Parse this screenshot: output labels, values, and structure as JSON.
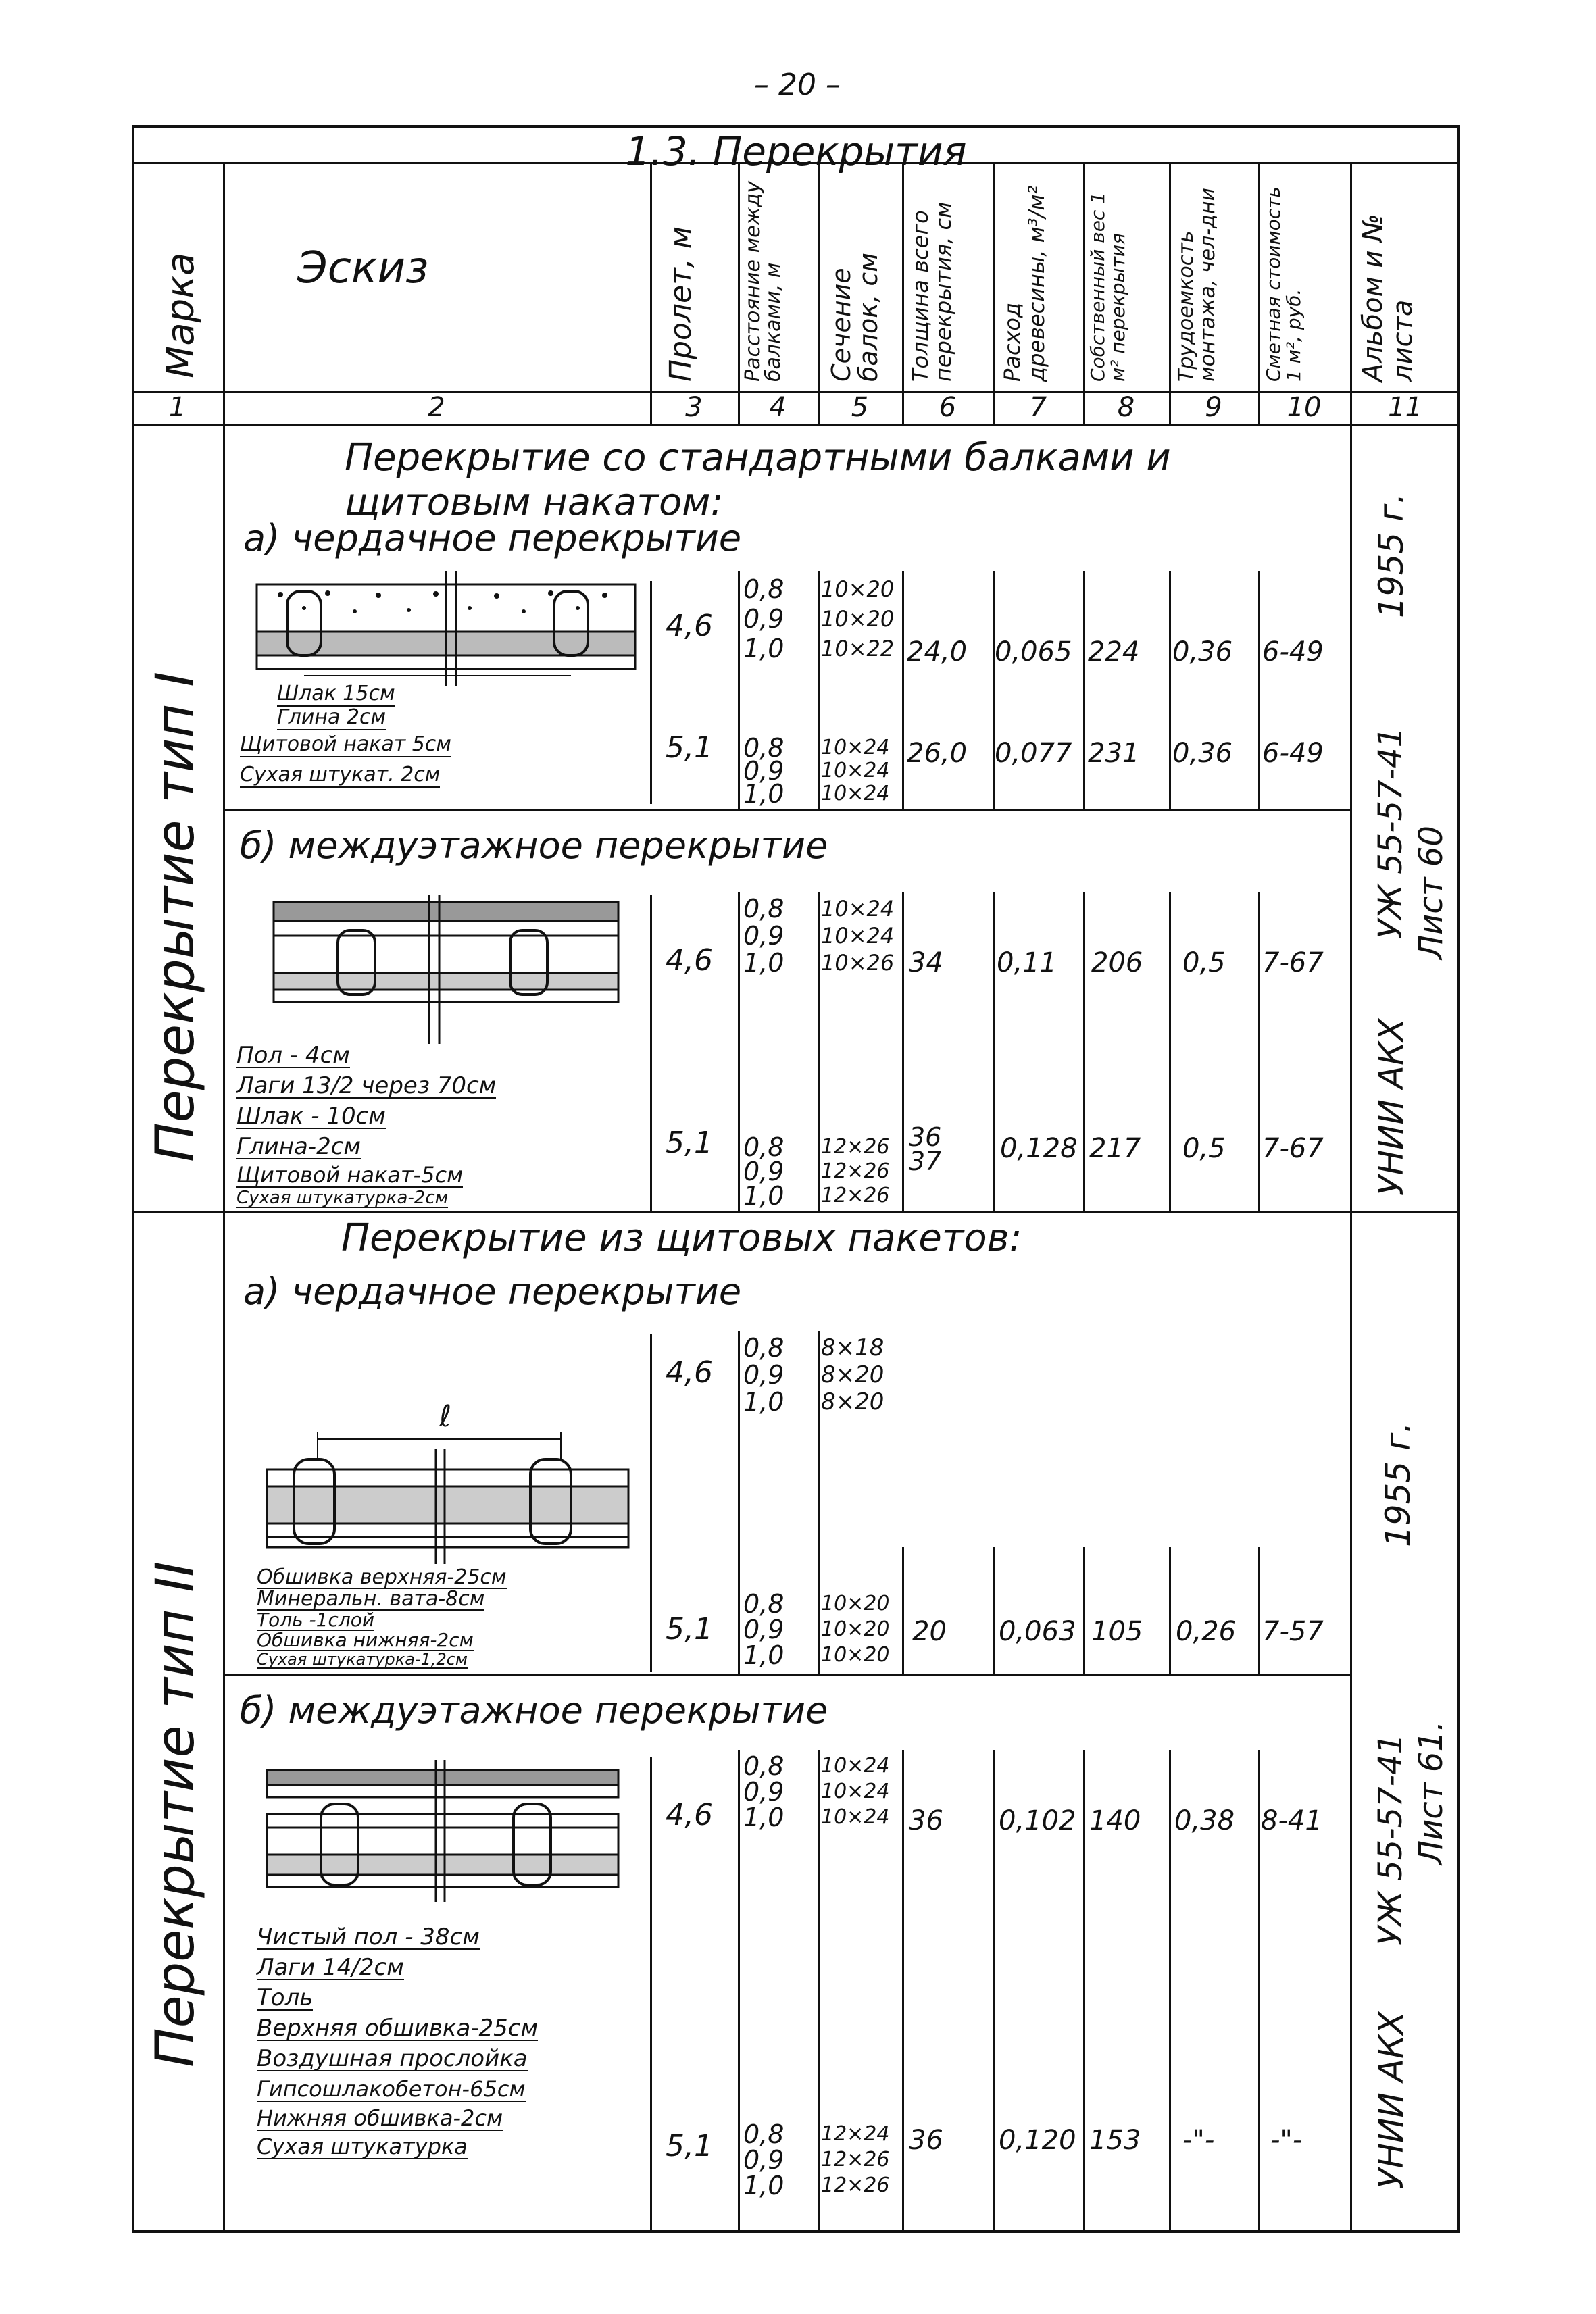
{
  "page_number": "– 20 –",
  "table_title": "1.3. Перекрытия",
  "headers": {
    "c1": "Марка",
    "c2": "Эскиз",
    "c3": "Пролет, м",
    "c4": "Расстояние между балками, м",
    "c5": "Сечение балок, см",
    "c6": "Толщина всего перекрытия, см",
    "c7": "Расход древесины, м³/м²",
    "c8": "Собственный вес 1 м² перекрытия",
    "c9": "Трудоемкость монтажа, чел-дни",
    "c10": "Сметная стоимость 1 м², руб.",
    "c11": "Альбом и № листа"
  },
  "col_numbers": [
    "1",
    "2",
    "3",
    "4",
    "5",
    "6",
    "7",
    "8",
    "9",
    "10",
    "11"
  ],
  "type1": {
    "mark": "Перекрытие тип I",
    "heading": "Перекрытие со стандартными балками и щитовым накатом:",
    "a_title": "а) чердачное перекрытие",
    "a_labels": [
      "Шлак 15см",
      "Глина 2см",
      "Щитовой накат 5см",
      "Сухая штукат. 2см"
    ],
    "a_row1": {
      "span": "4,6",
      "dist": "0,8\n0,9\n1,0",
      "sec": "10×20\n10×20\n10×22",
      "thick": "24,0",
      "wood": "0,065",
      "weight": "224",
      "labor": "0,36",
      "cost": "6-49"
    },
    "a_row2": {
      "span": "5,1",
      "dist": "0,8\n0,9\n1,0",
      "sec": "10×24\n10×24\n10×24",
      "thick": "26,0",
      "wood": "0,077",
      "weight": "231",
      "labor": "0,36",
      "cost": "6-49"
    },
    "b_title": "б) междуэтажное перекрытие",
    "b_labels": [
      "Пол - 4см",
      "Лаги 13/2 через 70см",
      "Шлак - 10см",
      "Глина-2см",
      "Щитовой накат-5см",
      "Сухая штукатурка-2см"
    ],
    "b_row1": {
      "span": "4,6",
      "dist": "0,8\n0,9\n1,0",
      "sec": "10×24\n10×24\n10×26",
      "thick": "34",
      "wood": "0,11",
      "weight": "206",
      "labor": "0,5",
      "cost": "7-67"
    },
    "b_row2": {
      "span": "5,1",
      "dist": "0,8\n0,9\n1,0",
      "sec": "12×26\n12×26\n12×26",
      "thick": "36\n37",
      "wood": "0,128",
      "weight": "217",
      "labor": "0,5",
      "cost": "7-67"
    },
    "album_top": "1955 г.",
    "album_mid": "УЖ 55-57-41",
    "album_list": "Лист 60",
    "album_org": "УНИИ АКХ"
  },
  "type2": {
    "mark": "Перекрытие тип II",
    "heading": "Перекрытие из щитовых пакетов:",
    "a_title": "а) чердачное перекрытие",
    "a_dim": "ℓ",
    "a_labels": [
      "Обшивка верхняя-25см",
      "Минеральн. вата-8см",
      "Толь -1слой",
      "Обшивка нижняя-2см",
      "Сухая штукатурка-1,2см"
    ],
    "a_row1": {
      "span": "4,6",
      "dist": "0,8\n0,9\n1,0",
      "sec": "8×18\n8×20\n8×20"
    },
    "a_row2": {
      "span": "5,1",
      "dist": "0,8\n0,9\n1,0",
      "sec": "10×20\n10×20\n10×20",
      "thick": "20",
      "wood": "0,063",
      "weight": "105",
      "labor": "0,26",
      "cost": "7-57"
    },
    "b_title": "б) междуэтажное перекрытие",
    "b_labels": [
      "Чистый пол - 38см",
      "Лаги 14/2см",
      "Толь",
      "Верхняя обшивка-25см",
      "Воздушная прослойка",
      "Гипсошлакобетон-65см",
      "Нижняя обшивка-2см",
      "Сухая штукатурка"
    ],
    "b_row1": {
      "span": "4,6",
      "dist": "0,8\n0,9\n1,0",
      "sec": "10×24\n10×24\n10×24",
      "thick": "36",
      "wood": "0,102",
      "weight": "140",
      "labor": "0,38",
      "cost": "8-41"
    },
    "b_row2": {
      "span": "5,1",
      "dist": "0,8\n0,9\n1,0",
      "sec": "12×24\n12×26\n12×26",
      "thick": "36",
      "wood": "0,120",
      "weight": "153",
      "labor": "-\"-",
      "cost": "-\"-"
    },
    "album_top": "1955 г.",
    "album_mid": "УЖ 55-57-41",
    "album_list": "Лист 61.",
    "album_org": "УНИИ АКХ"
  }
}
